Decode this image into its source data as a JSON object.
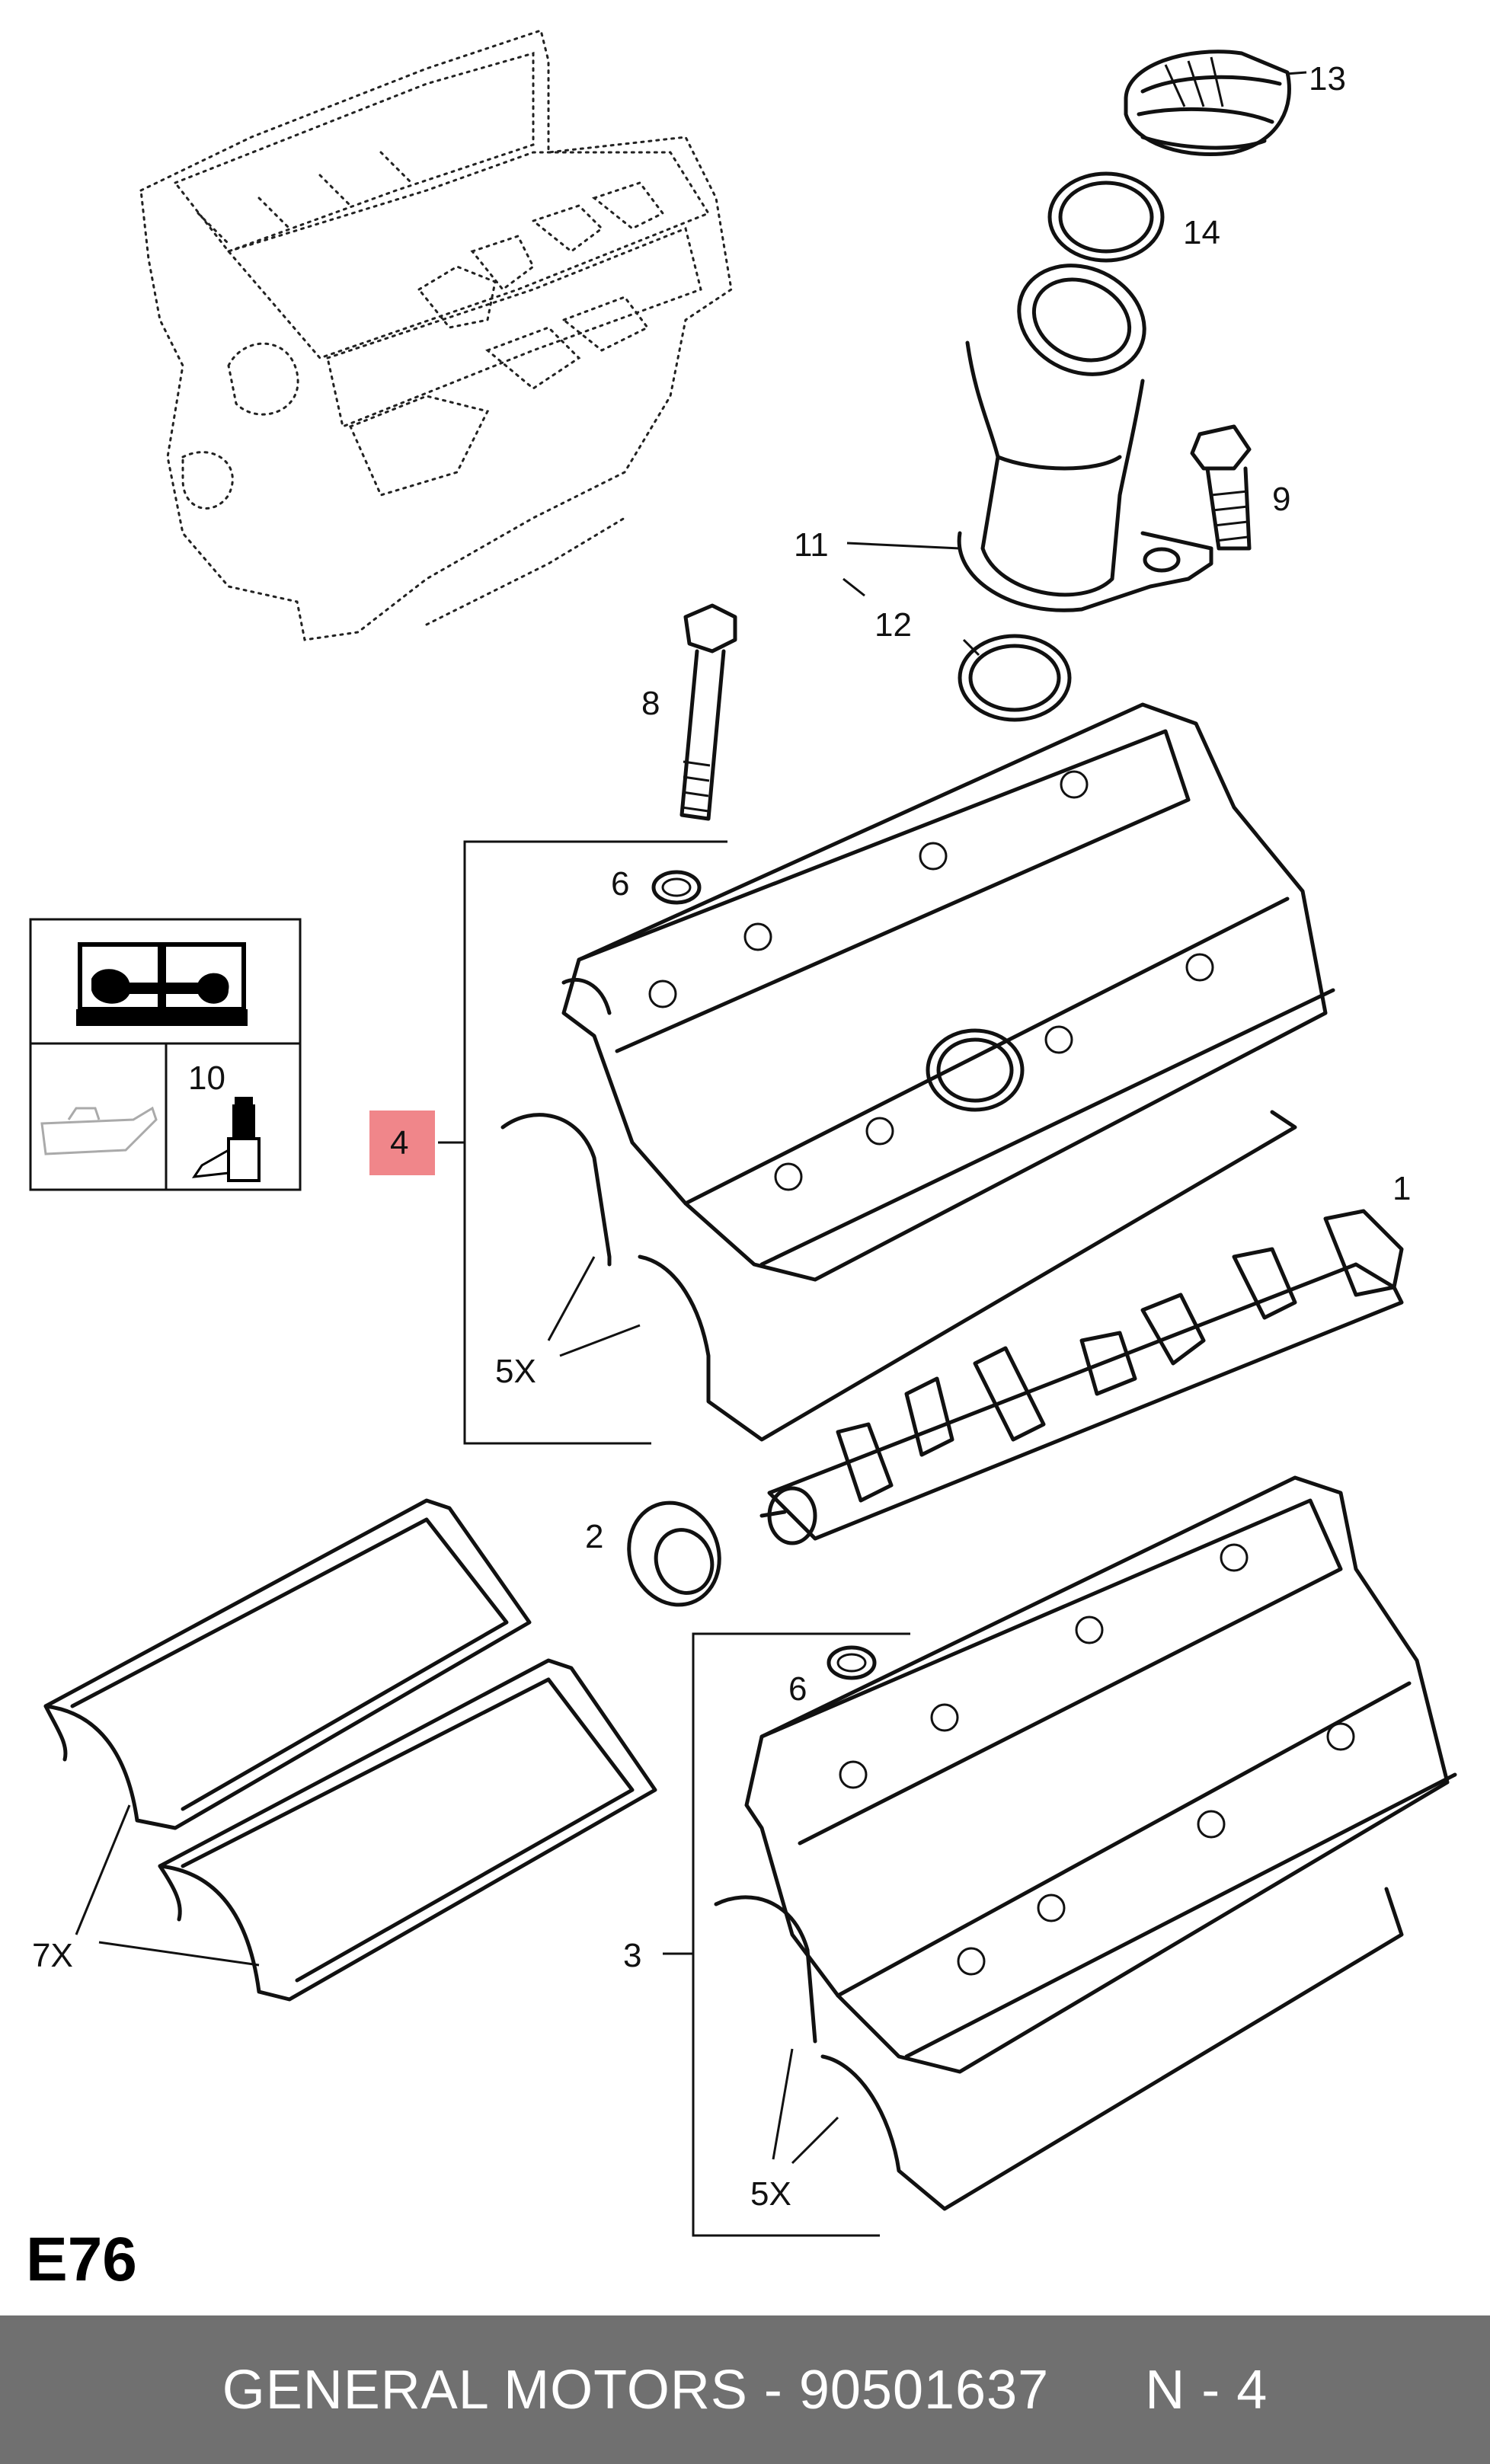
{
  "diagram": {
    "page_code": "E76",
    "callouts": {
      "c1": "1",
      "c2": "2",
      "c3": "3",
      "c4": "4",
      "c5a": "5X",
      "c5b": "5X",
      "c6a": "6",
      "c6b": "6",
      "c7": "7X",
      "c8": "8",
      "c9": "9",
      "c10": "10",
      "c11": "11",
      "c12": "12",
      "c13": "13",
      "c14": "14"
    },
    "highlight_color": "#f0868a"
  },
  "footer": {
    "brand": "GENERAL MOTORS",
    "part_number": "90501637",
    "ref": "N - 4",
    "background": "#707070"
  },
  "icons": [
    "manual-wrench-icon",
    "oil-can-icon",
    "sealant-tube-icon"
  ]
}
